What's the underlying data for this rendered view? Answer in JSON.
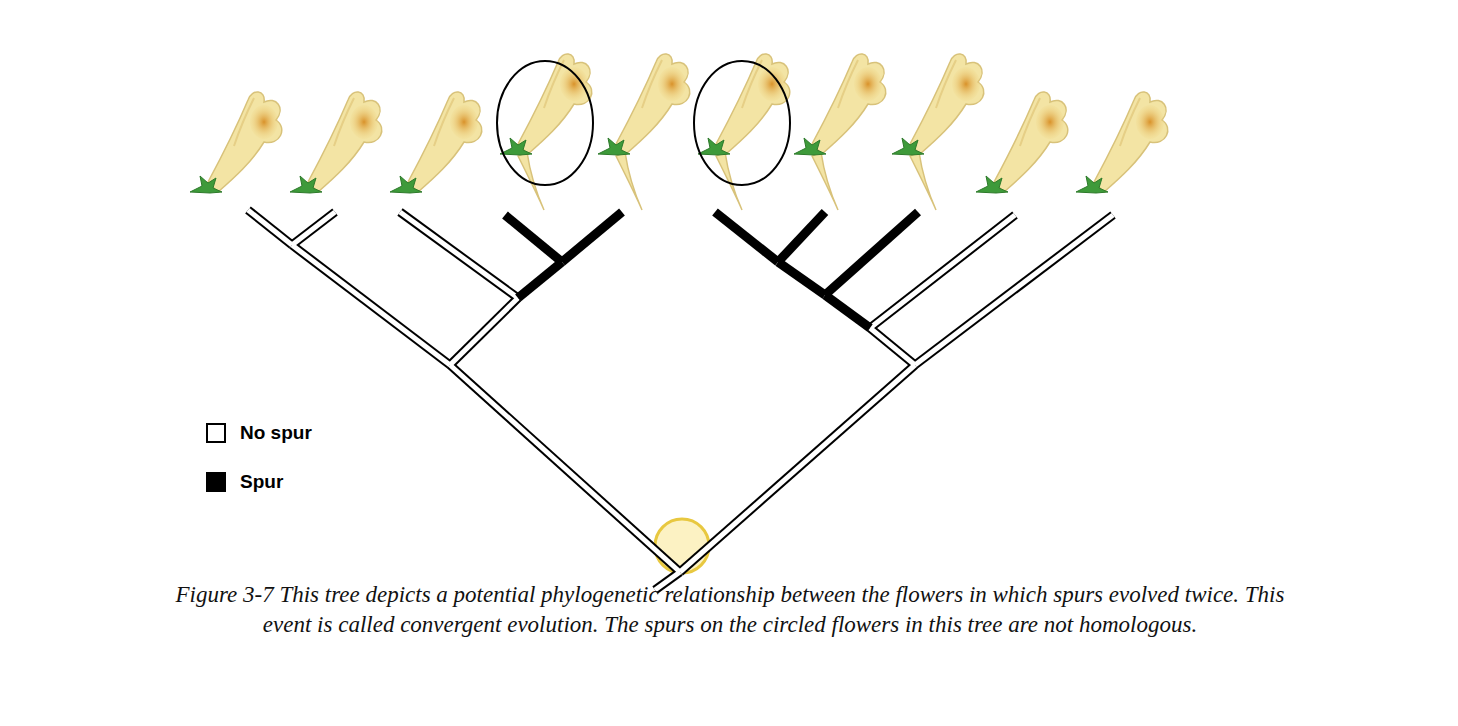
{
  "diagram": {
    "caption": "Figure 3-7 This tree depicts a potential phylogenetic relationship between the flowers in which spurs evolved twice. This event is called convergent evolution. The spurs on the circled flowers in this tree are not homologous.",
    "legend": [
      {
        "text": "No spur",
        "color": "#ffffff"
      },
      {
        "text": "Spur",
        "color": "#000000"
      }
    ]
  }
}
